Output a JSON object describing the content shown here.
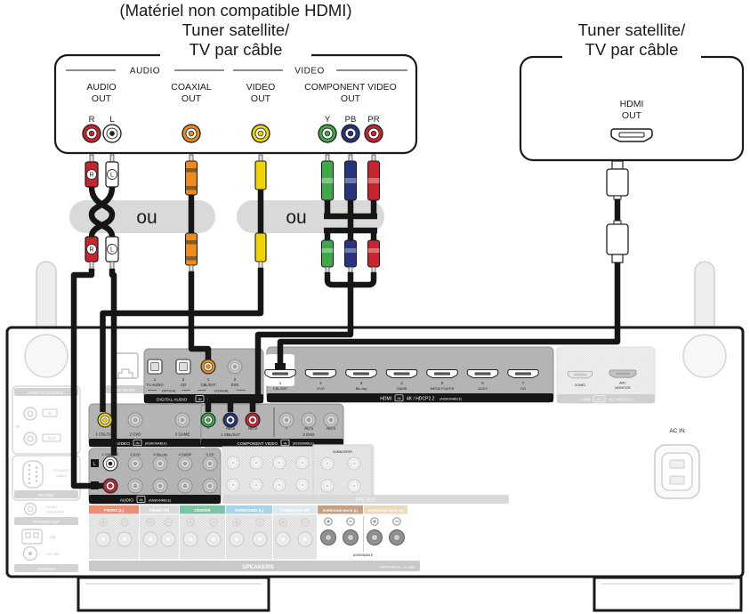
{
  "titles": {
    "note": "(Matériel non compatible HDMI)",
    "left1": "Tuner satellite/",
    "left2": "TV par câble",
    "right1": "Tuner satellite/",
    "right2": "TV par câble"
  },
  "device": {
    "audio_group": "AUDIO",
    "video_group": "VIDEO",
    "audio_out1": "AUDIO",
    "audio_out2": "OUT",
    "r": "R",
    "l": "L",
    "coax1": "COAXIAL",
    "coax2": "OUT",
    "video1": "VIDEO",
    "video2": "OUT",
    "comp1": "COMPONENT VIDEO",
    "comp2": "OUT",
    "y": "Y",
    "pb": "PB",
    "pr": "PR",
    "hdmi1": "HDMI",
    "hdmi2": "OUT"
  },
  "cables": {
    "or1": "ou",
    "or2": "ou",
    "plug_r": "R",
    "plug_l": "L"
  },
  "rx": {
    "remote": {
      "title": "REMOTE CONTROL",
      "in": "IN",
      "out": "OUT",
      "ir": "IR"
    },
    "rs232": {
      "cable1": "STRAIGHT",
      "cable2": "CABLE",
      "bar": "RS-232C"
    },
    "trigger": {
      "dc1": "DC12V",
      "dc2": "150mA MAX",
      "bar": "TRIGGER OUT"
    },
    "antenna": {
      "am": "AM",
      "fm": "FM 75Ω",
      "bar": "ANTENNA"
    },
    "network": "NETWORK",
    "da": {
      "ports": [
        {
          "n": "1",
          "name": "TV AUDIO"
        },
        {
          "n": "2",
          "name": "CD"
        },
        {
          "n": "1",
          "name": "CBL/SAT"
        },
        {
          "n": "2",
          "name": "DVD"
        }
      ],
      "optical": "OPTICAL",
      "coaxial": "COAXIAL",
      "bar": "DIGITAL AUDIO",
      "badge": "IN",
      "asg": "(ASSIGNABLE)"
    },
    "hdmi": {
      "ports": [
        {
          "n": "1",
          "name": "CBL/SAT"
        },
        {
          "n": "2",
          "name": "DVD"
        },
        {
          "n": "3",
          "name": "Blu-ray"
        },
        {
          "n": "4",
          "name": "GAME"
        },
        {
          "n": "5",
          "name": "MEDIA PLAYER"
        },
        {
          "n": "6",
          "name": "AUX2"
        },
        {
          "n": "7",
          "name": "CD"
        }
      ],
      "bar": "HDMI",
      "badge": "IN",
      "spec": "4K / HDCP2.2",
      "asg": "(ASSIGNABLE)"
    },
    "hdmi_out": {
      "zone2": "ZONE2",
      "arc": "ARC",
      "monitor": "MONITOR",
      "bar": "HDMI",
      "badge": "OUT",
      "spec": "4K / HDCP2.2"
    },
    "video": {
      "ports": [
        "1 CBL/SAT",
        "2 DVD",
        "3 GAME"
      ],
      "bar": "VIDEO",
      "badge": "IN",
      "asg": "(ASSIGNABLE)"
    },
    "comp": {
      "y": "Y",
      "pb": "PB/CB",
      "pr": "PR/CR",
      "g1": "1 CBL/SAT",
      "g2": "2 DVD",
      "bar": "COMPONENT VIDEO",
      "badge": "IN",
      "asg": "(ASSIGNABLE)"
    },
    "audio": {
      "cols": [
        "1 CBL/SAT",
        "2 DVD",
        "3 Blu-ray",
        "4 GAME",
        "5 CD"
      ],
      "l": "L",
      "r": "R",
      "bar": "AUDIO",
      "badge": "IN",
      "asg": "(ASSIGNABLE)"
    },
    "preout": {
      "bar": "PRE OUT",
      "subwoofer": "SUBWOOFER"
    },
    "spk": {
      "groups": [
        "FRONT (L)",
        "FRONT (R)",
        "CENTER",
        "SURROUND (L)",
        "SURROUND (R)",
        "SURROUND BACK (L)",
        "SURROUND BACK (R)"
      ],
      "asg": "ASSIGNABLE",
      "bar": "SPEAKERS",
      "impedance": "IMPEDANCE : 4–16Ω"
    },
    "ac": "AC IN"
  },
  "colors": {
    "red": "#c8252c",
    "white": "#ffffff",
    "orange": "#ee8c1a",
    "yellow": "#f0d400",
    "green": "#3fa948",
    "blue": "#27357e",
    "panel": "#b4b4b4",
    "pill": "#d9d9d9"
  }
}
